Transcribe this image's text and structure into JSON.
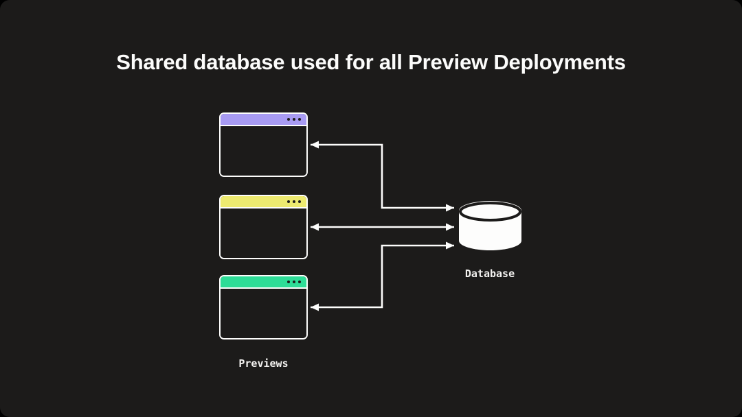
{
  "page": {
    "title": "Shared database used for all Preview Deployments"
  },
  "diagram": {
    "previews": {
      "label": "Previews",
      "windows": [
        {
          "id": "preview-window-1",
          "titlebar_color": "#a89bf3"
        },
        {
          "id": "preview-window-2",
          "titlebar_color": "#edea70"
        },
        {
          "id": "preview-window-3",
          "titlebar_color": "#2edd97"
        }
      ]
    },
    "database": {
      "label": "Database",
      "icon": "database-cylinder-icon"
    },
    "connectors": [
      {
        "between": [
          "preview-window-1",
          "database"
        ],
        "style": "elbow",
        "bidirectional": true
      },
      {
        "between": [
          "preview-window-2",
          "database"
        ],
        "style": "straight",
        "bidirectional": true
      },
      {
        "between": [
          "preview-window-3",
          "database"
        ],
        "style": "elbow",
        "bidirectional": true
      }
    ],
    "colors": {
      "background": "#1c1b1a",
      "stroke": "#fdfdfc",
      "window_dot": "#1c1b1a"
    }
  }
}
